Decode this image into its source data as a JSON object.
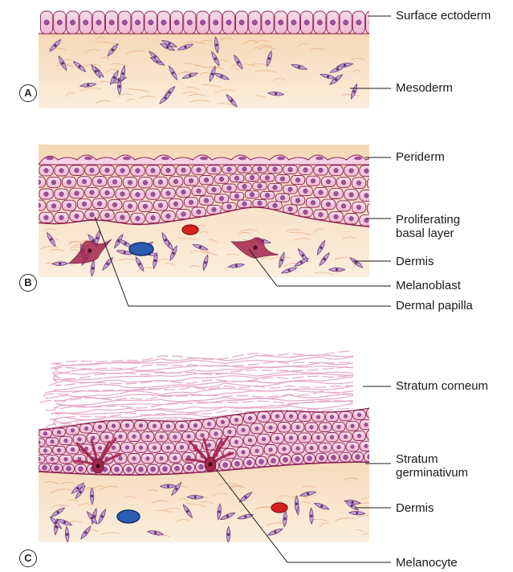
{
  "panels": [
    {
      "id": "A",
      "badge": "A",
      "labels": [
        "Surface ectoderm",
        "Mesoderm"
      ]
    },
    {
      "id": "B",
      "badge": "B",
      "labels": [
        "Periderm",
        "Proliferating basal layer",
        "Dermis",
        "Melanoblast",
        "Dermal papilla"
      ],
      "label_lines": [
        [
          "Periderm"
        ],
        [
          "Proliferating",
          "basal layer"
        ],
        [
          "Dermis"
        ],
        [
          "Melanoblast"
        ],
        [
          "Dermal papilla"
        ]
      ]
    },
    {
      "id": "C",
      "badge": "C",
      "labels": [
        "Stratum corneum",
        "Stratum germinativum",
        "Dermis",
        "Melanocyte"
      ],
      "label_lines": [
        [
          "Stratum corneum"
        ],
        [
          "Stratum",
          "germinativum"
        ],
        [
          "Dermis"
        ],
        [
          "Melanocyte"
        ]
      ]
    }
  ],
  "colors": {
    "cell_fill": "#f4cfe0",
    "cell_stroke": "#8b2252",
    "nucleus": "#a0509a",
    "dermis": "#f7dfc4",
    "fibroblast": "#c9a0d6",
    "fibroblast_stroke": "#6a3f7a",
    "fiber": "#e8a070",
    "melanocyte": "#a3264f",
    "vessel_blue": "#2a5db0",
    "vessel_red": "#d82020",
    "corneum_line": "#e0a0c0"
  }
}
